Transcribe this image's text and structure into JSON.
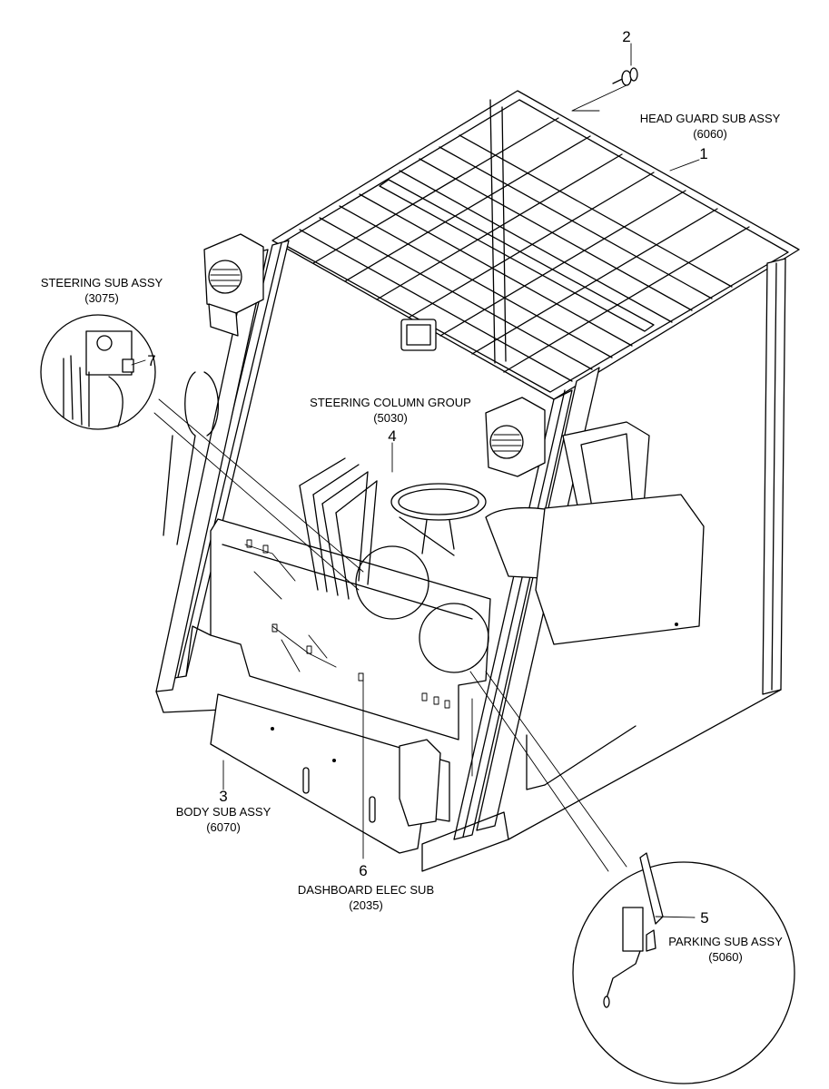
{
  "labels": {
    "head_guard": {
      "name": "HEAD GUARD SUB ASSY",
      "code": "(6060)",
      "number": "1"
    },
    "bolt": {
      "number": "2"
    },
    "body": {
      "name": "BODY SUB ASSY",
      "code": "(6070)",
      "number": "3"
    },
    "steering_column": {
      "name": "STEERING COLUMN GROUP",
      "code": "(5030)",
      "number": "4"
    },
    "parking": {
      "name": "PARKING SUB ASSY",
      "code": "(5060)",
      "number": "5"
    },
    "dashboard_elec": {
      "name": "DASHBOARD ELEC SUB",
      "code": "(2035)",
      "number": "6"
    },
    "steering": {
      "name": "STEERING SUB ASSY",
      "code": "(3075)",
      "number": "7"
    }
  }
}
